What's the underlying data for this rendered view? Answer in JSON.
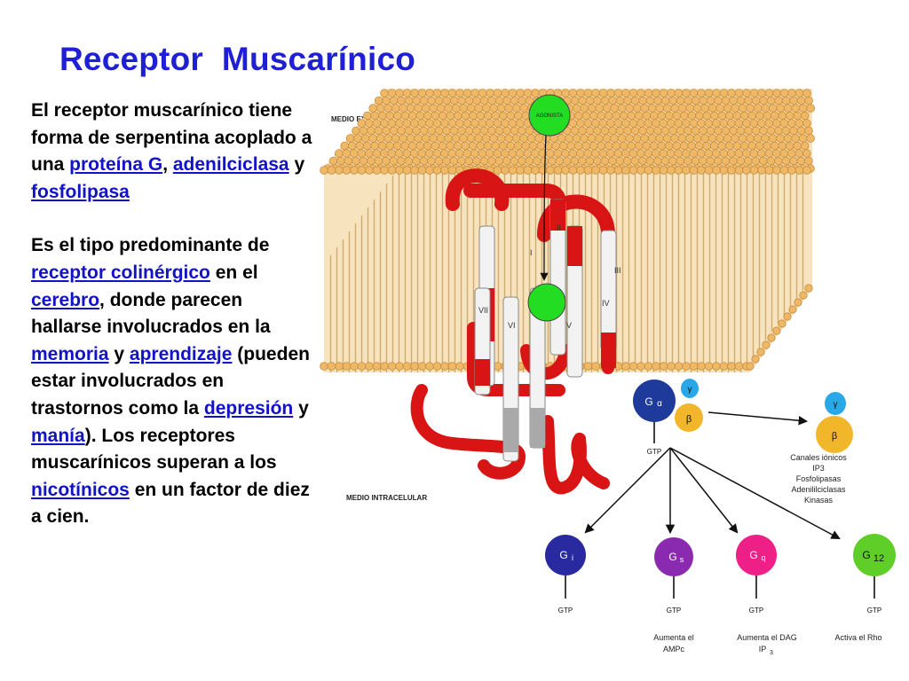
{
  "title": "Receptor  Muscarínico",
  "paragraph1": {
    "t1": "El receptor muscarínico tiene forma de serpentina acoplado a una ",
    "link1": "proteína G",
    "t2": ", ",
    "link2": "adenilciclasa",
    "t3": " y ",
    "link3": "fosfolipasa"
  },
  "paragraph2": {
    "t1": "Es el tipo predominante de ",
    "link1": "receptor colinérgico",
    "t2": " en el ",
    "link2": "cerebro",
    "t3": ", donde parecen hallarse involucrados en la ",
    "link3": "memoria",
    "t4": " y ",
    "link4": "aprendizaje",
    "t5": " (pueden estar involucrados en trastornos como la ",
    "link5": "depresión",
    "t6": " y ",
    "link6": "manía",
    "t7": "). Los receptores muscarínicos superan a los ",
    "link7": "nicotínicos",
    "t8": " en un factor de diez a cien."
  },
  "diagram": {
    "extracellular": "MEDIO EXTRACELULAR",
    "intracellular": "MEDIO INTRACELULAR",
    "agonist": "AGONISTA",
    "helices": [
      "I",
      "II",
      "III",
      "IV",
      "V",
      "VI",
      "VII"
    ],
    "g_alpha": "G",
    "g_alpha_sub": "α",
    "gamma": "γ",
    "beta": "β",
    "gtp": "GTP",
    "effectors": [
      "Canales iónicos",
      "IP3",
      "Fosfolipasas",
      "Adenililciclasas",
      "Kinasas"
    ],
    "gi": "G",
    "gi_sub": "i",
    "gs": "G",
    "gs_sub": "s",
    "gq": "G",
    "gq_sub": "q",
    "g12": "G",
    "g12_sub": "12",
    "gs_effect": [
      "Aumenta el",
      "AMPc"
    ],
    "gq_effect_1": "Aumenta el DAG",
    "gq_effect_2": "IP",
    "gq_effect_2_sub": "3",
    "g12_effect": "Activa el Rho"
  },
  "colors": {
    "title": "#1f1fd6",
    "link": "#1212c8",
    "helix": "#e01515",
    "lipid": "#f0c98a",
    "agonist": "#22dd22",
    "g_alpha": "#1e3a9a",
    "gamma": "#29a8e8",
    "beta": "#f2b62a",
    "gi": "#2a2aa0",
    "gs": "#8a2ab0",
    "gq": "#ee1f86",
    "g12": "#5fce28"
  }
}
